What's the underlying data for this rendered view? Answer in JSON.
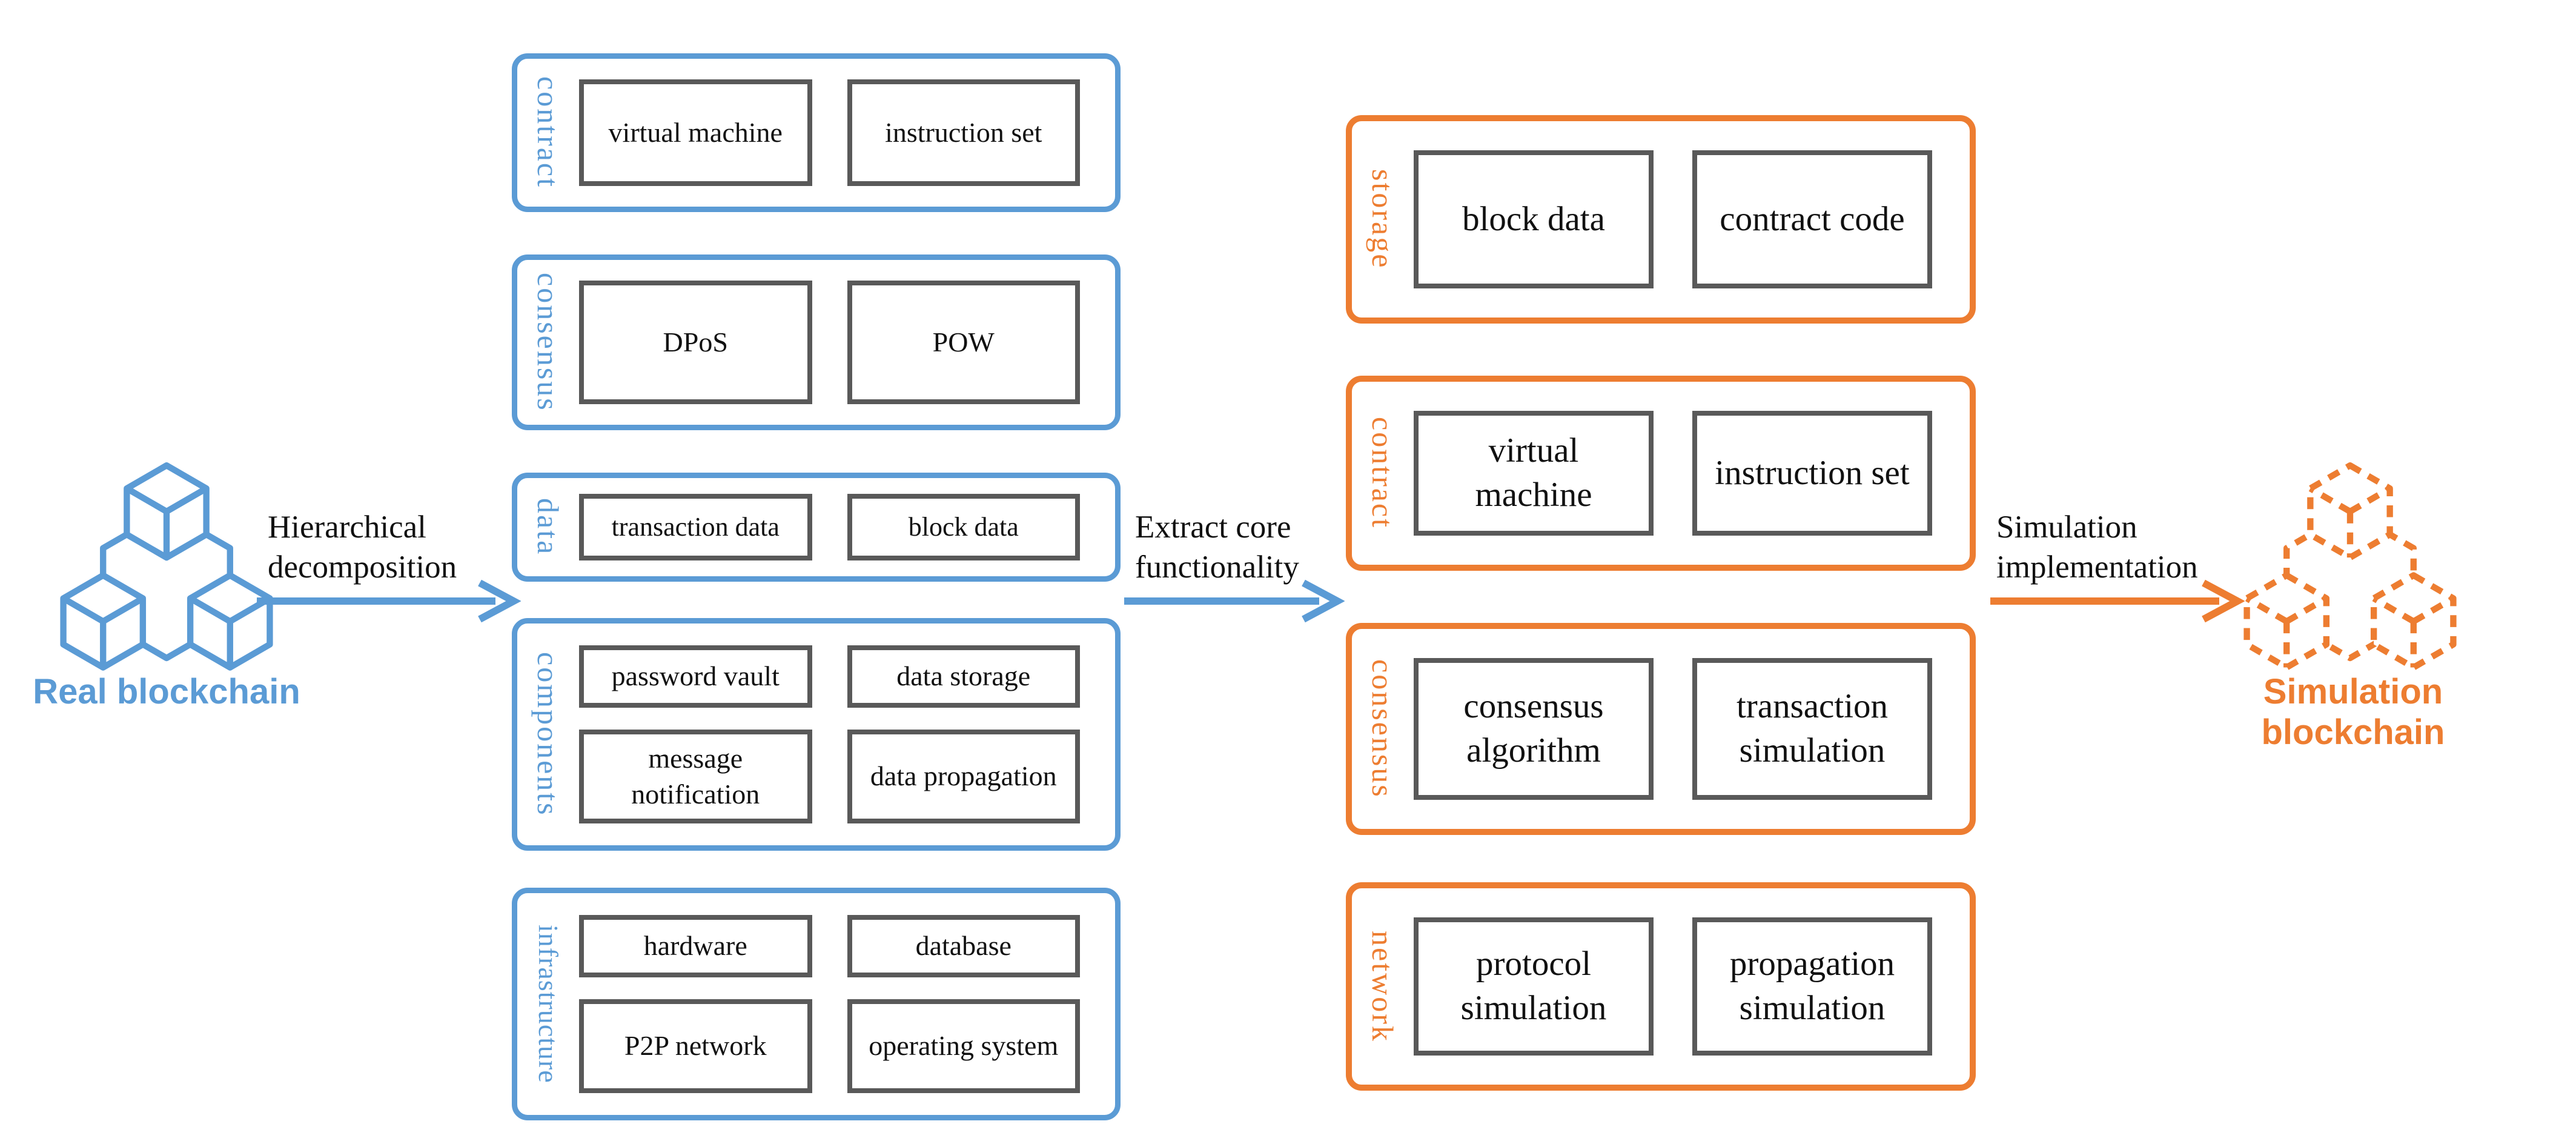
{
  "palette": {
    "blue": "#5B9BD5",
    "orange": "#ED7D31",
    "inner_border": "#595959",
    "text": "#111111"
  },
  "left_node": {
    "label": "Real blockchain"
  },
  "right_node": {
    "label": "Simulation blockchain"
  },
  "arrows": [
    {
      "line1": "Hierarchical",
      "line2": "decomposition"
    },
    {
      "line1": "Extract core",
      "line2": "functionality"
    },
    {
      "line1": "Simulation",
      "line2": "implementation"
    }
  ],
  "decomposition_groups": [
    {
      "label": "contract",
      "items": [
        "virtual machine",
        "instruction set"
      ]
    },
    {
      "label": "consensus",
      "items": [
        "DPoS",
        "POW"
      ]
    },
    {
      "label": "data",
      "items": [
        "transaction data",
        "block data"
      ]
    },
    {
      "label": "components",
      "items": [
        "password vault",
        "data storage",
        "message notification",
        "data propagation"
      ]
    },
    {
      "label": "infrastructure",
      "items": [
        "hardware",
        "database",
        "P2P network",
        "operating system"
      ]
    }
  ],
  "simulation_groups": [
    {
      "label": "storage",
      "items": [
        "block data",
        "contract code"
      ]
    },
    {
      "label": "contract",
      "items": [
        "virtual machine",
        "instruction set"
      ]
    },
    {
      "label": "consensus",
      "items": [
        "consensus algorithm",
        "transaction simulation"
      ]
    },
    {
      "label": "network",
      "items": [
        "protocol simulation",
        "propagation simulation"
      ]
    }
  ]
}
